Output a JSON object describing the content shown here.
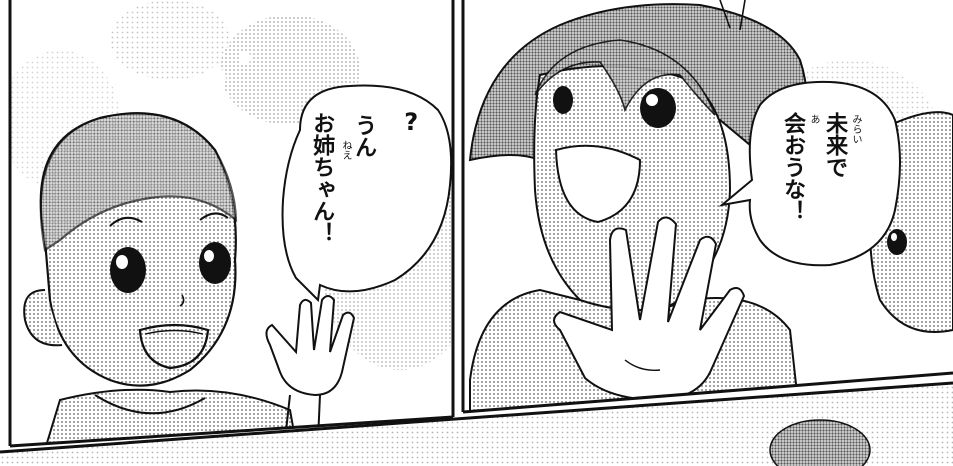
{
  "left_panel": {
    "bubble": {
      "question_mark": "?",
      "line1": "うん",
      "line2": "お姉ちゃん！",
      "ruby": "ねえ"
    }
  },
  "right_panel": {
    "bubble": {
      "line1": "未来で",
      "line2": "会おうな！",
      "ruby_top": "みらい",
      "ruby_side": "あ"
    }
  },
  "colors": {
    "ink": "#111111",
    "screentone": "#9a9a9a",
    "paper": "#ffffff"
  }
}
